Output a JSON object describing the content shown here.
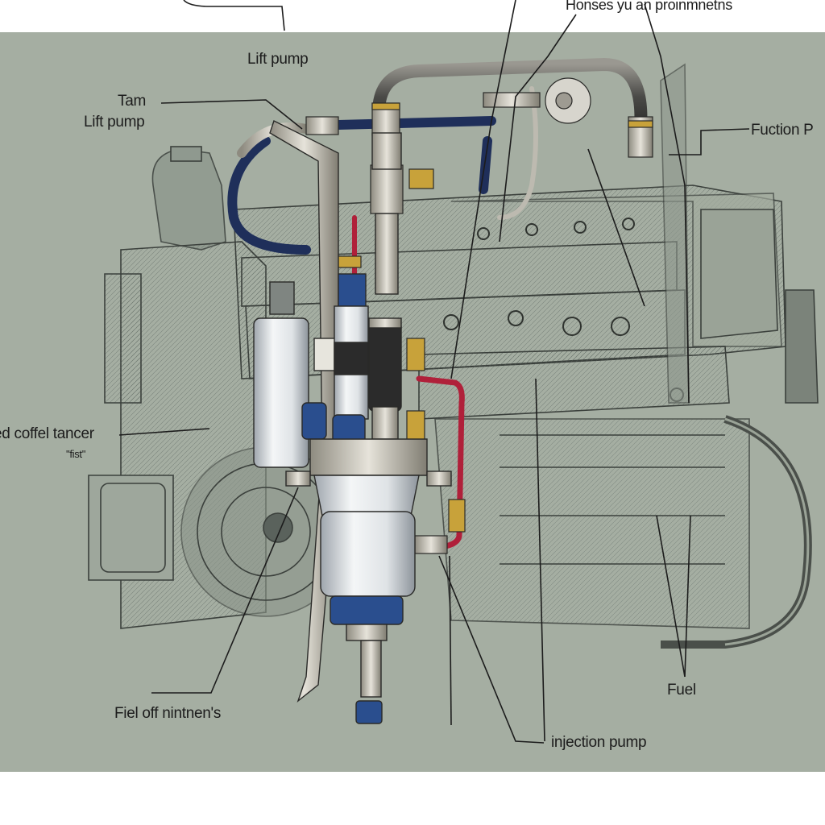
{
  "diagram": {
    "labels": {
      "top_header": "Honses yu an proinmnetns",
      "lift_pump_top": "Lift pump",
      "tam": "Tam",
      "lift_pump_left": "Lift pump",
      "fuction": "Fuction P",
      "cofel_tancer": "ed coffel tancer",
      "cofel_sub": "\"fist\"",
      "fiel_off": "Fiel off nintnen's",
      "fuel": "Fuel",
      "injection_pump": "injection pump"
    },
    "colors": {
      "backdrop": "#a9b2a6",
      "page": "#ffffff",
      "line": "#2a2a2a",
      "hose_dark": "#1f2f5a",
      "fuel_red": "#b0203a",
      "filter_blue": "#2a4e8e",
      "metal": "#c9c6bd"
    }
  }
}
